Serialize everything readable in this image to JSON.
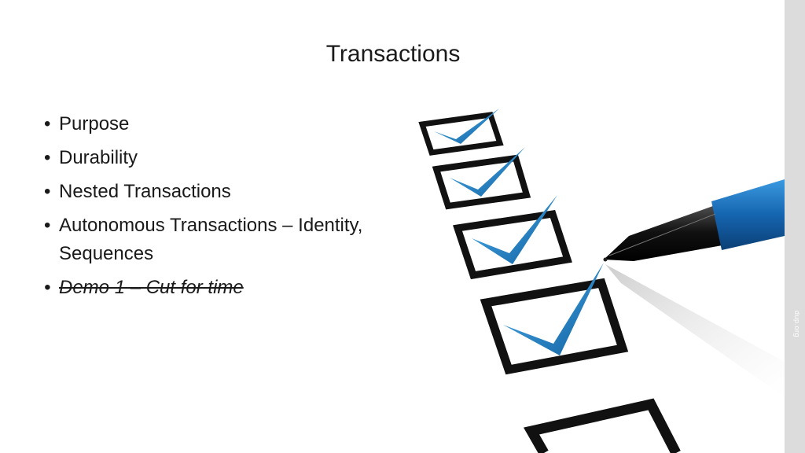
{
  "slide": {
    "title": "Transactions",
    "bullets": [
      {
        "text": "Purpose"
      },
      {
        "text": "Durability"
      },
      {
        "text": "Nested Transactions"
      },
      {
        "text": "Autonomous Transactions – Identity, Sequences"
      },
      {
        "text": "Demo 1 – Cut for time",
        "strikethrough": true
      }
    ],
    "watermark": "dup.org"
  },
  "colors": {
    "checkmark": "#1c7fc4",
    "pen_body": "#1b6fb5",
    "box_outline": "#111111",
    "side_bar": "#dcdcdc"
  },
  "illustration": {
    "name": "checklist-with-pen",
    "checked_boxes": 4,
    "unchecked_boxes": 1
  }
}
